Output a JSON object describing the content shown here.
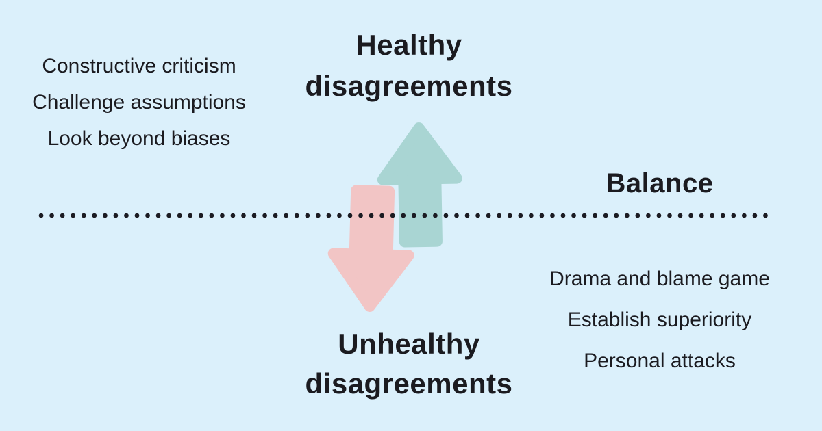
{
  "canvas": {
    "bg_color": "#dbf0fb",
    "text_color": "#1b1b20"
  },
  "top_section": {
    "title_line1": "Healthy",
    "title_line2": "disagreements",
    "items": [
      "Constructive criticism",
      "Challenge assumptions",
      "Look beyond biases"
    ]
  },
  "balance_label": "Balance",
  "bottom_section": {
    "title_line1": "Unhealthy",
    "title_line2": "disagreements",
    "items": [
      "Drama and blame game",
      "Establish superiority",
      "Personal attacks"
    ]
  },
  "arrows": {
    "up_icon": "up-arrow-icon",
    "down_icon": "down-arrow-icon",
    "up_color": "#a9d5d3",
    "down_color": "#f2c5c5"
  },
  "divider": {
    "style": "dotted",
    "dot_color": "#1b1b22"
  }
}
